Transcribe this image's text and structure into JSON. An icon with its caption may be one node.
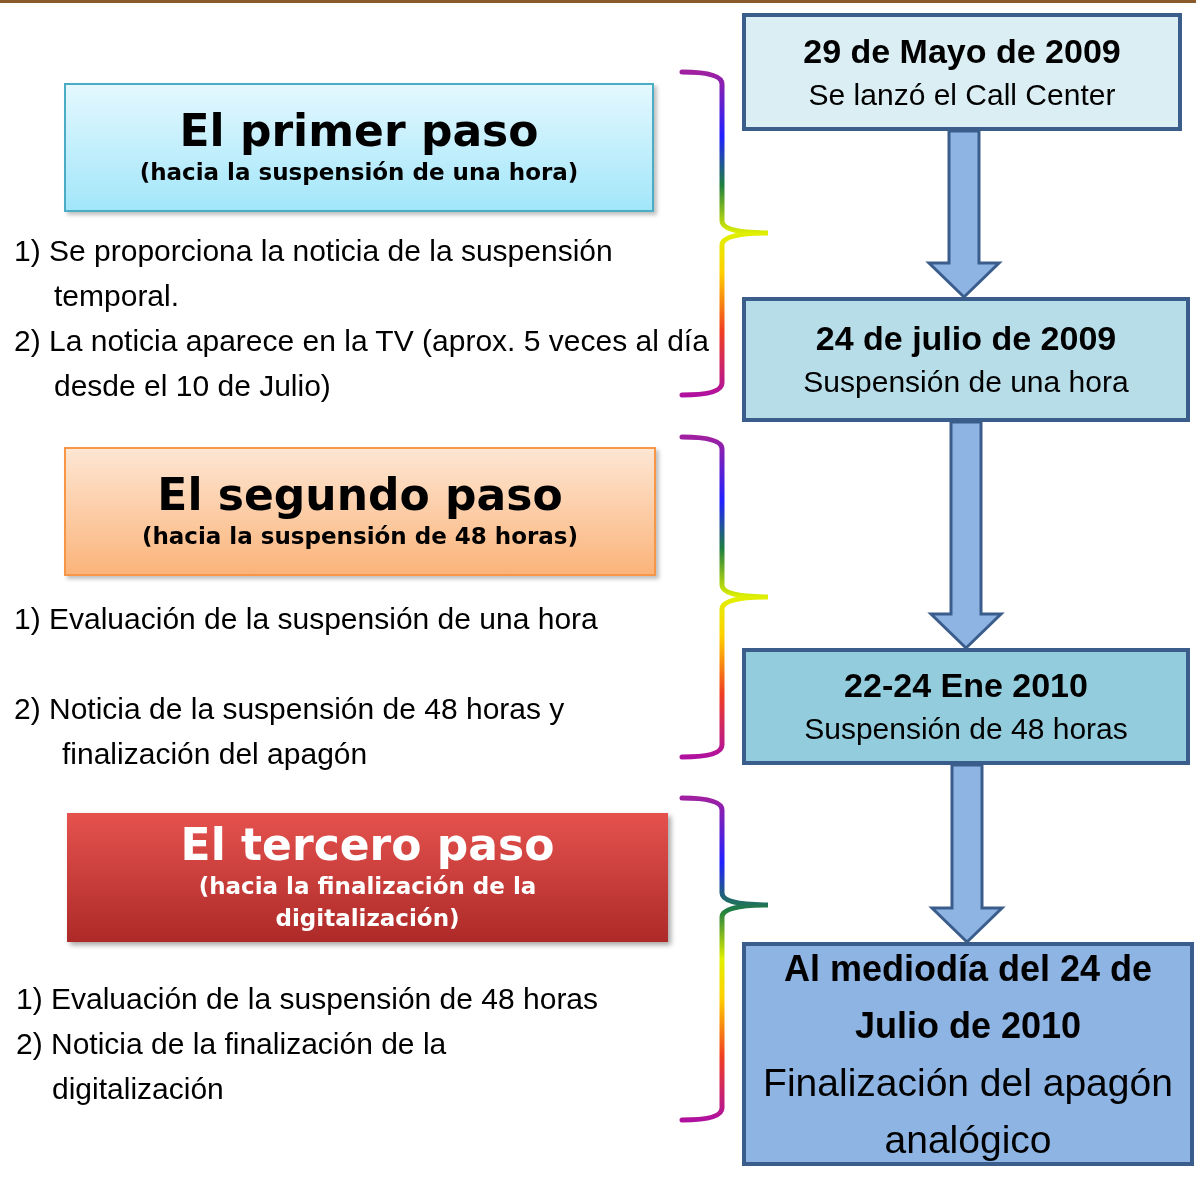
{
  "diagram": {
    "nodes": [
      {
        "text": [
          "El primer paso",
          "(hacia la suspensión de una hora)"
        ]
      },
      {
        "text": [
          "El segundo paso",
          "(hacia la suspensión de 48 horas)"
        ]
      },
      {
        "text": [
          "El tercero paso",
          "(hacia la finalización de la digitalización)"
        ]
      },
      {
        "text": [
          "29 de Mayo de 2009",
          "Se lanzó el Call Center"
        ]
      },
      {
        "text": [
          "24 de julio de 2009",
          "Suspensión de una hora"
        ]
      },
      {
        "text": [
          "22-24 Ene 2010",
          "Suspensión de 48 horas"
        ]
      },
      {
        "text": [
          "Al mediodía del 24 de Julio de 2010",
          "Finalización del apagón analógico"
        ]
      }
    ],
    "edges": [
      {
        "from": 3,
        "to": 4,
        "arrow": "to"
      },
      {
        "from": 4,
        "to": 5,
        "arrow": "to"
      },
      {
        "from": 5,
        "to": 6,
        "arrow": "to"
      }
    ],
    "labels": [
      "1) Se proporciona la noticia de la suspensión temporal.",
      "2) La noticia aparece en la TV (aprox. 5 veces al día desde el 10 de Julio)",
      "1) Evaluación de la suspensión de una hora",
      "2) Noticia de la suspensión de 48 horas y finalización del apagón",
      "1) Evaluación de la suspensión de 48 horas",
      "2) Noticia de la finalización de la digitalización"
    ]
  }
}
